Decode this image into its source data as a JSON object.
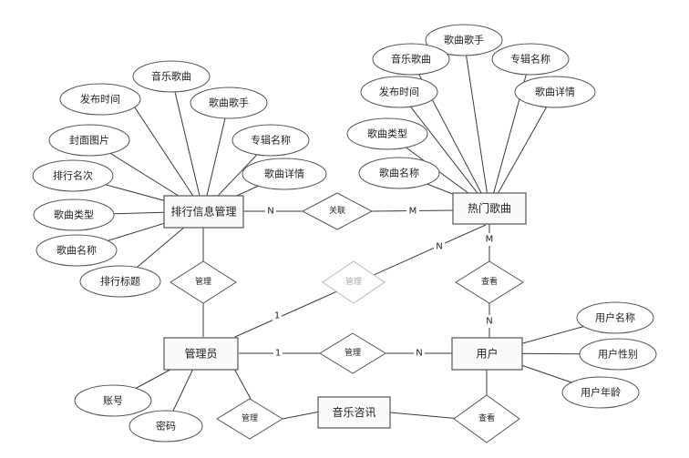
{
  "entities": {
    "ranking": "排行信息管理",
    "hotsong": "热门歌曲",
    "admin": "管理员",
    "user": "用户",
    "news": "音乐咨讯"
  },
  "attributes": {
    "rk_music": "音乐歌曲",
    "rk_time": "发布时间",
    "rk_singer": "歌曲歌手",
    "rk_cover": "封面图片",
    "rk_album": "专辑名称",
    "rk_rank": "排行名次",
    "rk_detail": "歌曲详情",
    "rk_type": "歌曲类型",
    "rk_name": "歌曲名称",
    "rk_title": "排行标题",
    "hs_singer": "歌曲歌手",
    "hs_music": "音乐歌曲",
    "hs_album": "专辑名称",
    "hs_time": "发布时间",
    "hs_detail": "歌曲详情",
    "hs_type": "歌曲类型",
    "hs_name": "歌曲名称",
    "ad_account": "账号",
    "ad_password": "密码",
    "us_name": "用户名称",
    "us_gender": "用户性别",
    "us_age": "用户年龄"
  },
  "relationships": {
    "relate": "关联",
    "manage_ranking": "管理",
    "manage_hot": "管理",
    "manage_user": "管理",
    "manage_news": "管理",
    "view_hot": "查看",
    "view_news": "查看"
  },
  "cardinalities": {
    "relate_ranking": "N",
    "relate_hot": "M",
    "hot_view": "M",
    "user_view": "N",
    "hot_manage": "N",
    "admin_manage_hot": "1",
    "admin_manage_user": "1",
    "user_manage": "N"
  }
}
